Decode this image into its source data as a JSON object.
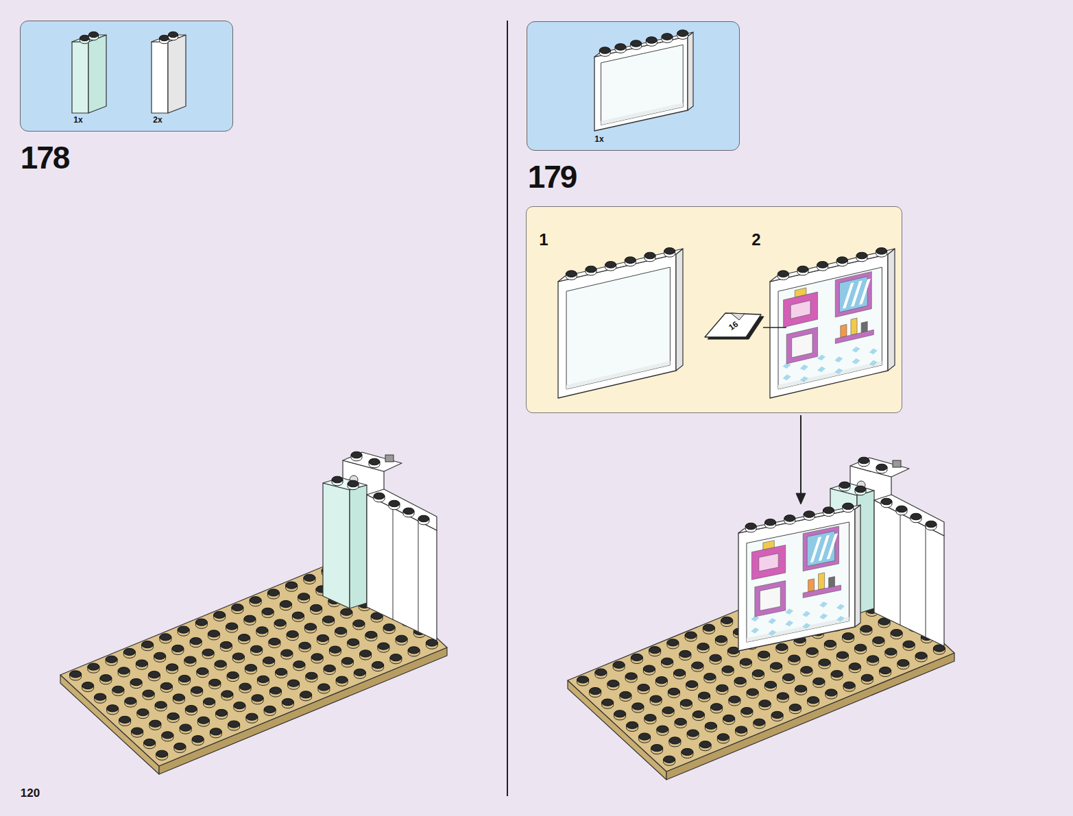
{
  "diagram": {
    "nodes": [
      {
        "text": [
          "1x",
          "2x"
        ]
      },
      {
        "text": [
          "1x"
        ]
      },
      {
        "text": [
          "1",
          "2"
        ]
      },
      {
        "text": [
          "16"
        ],
        "in": 2
      }
    ],
    "labels": [
      "178",
      "179",
      "120"
    ]
  }
}
